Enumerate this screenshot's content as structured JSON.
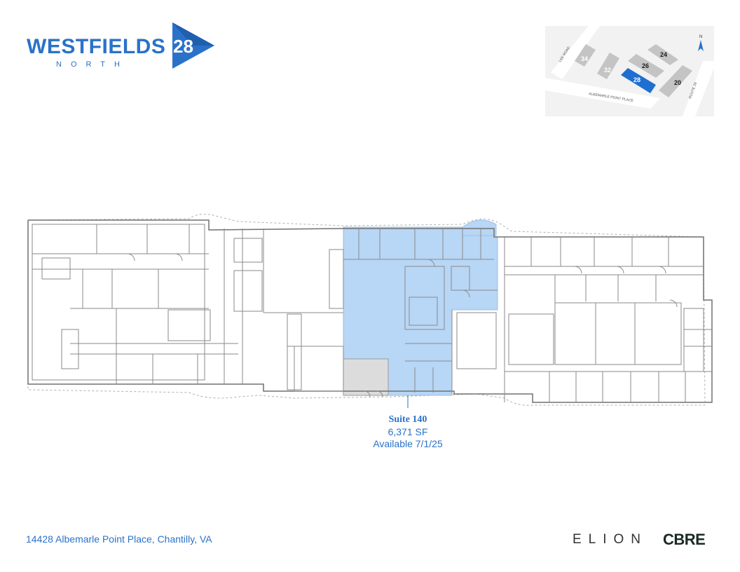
{
  "logo": {
    "word": "WESTFIELDS",
    "number": "28",
    "sub": "NORTH",
    "color": "#2a72c9"
  },
  "site_map": {
    "buildings": [
      "34",
      "32",
      "26",
      "24",
      "28",
      "20"
    ],
    "highlighted_building": "28",
    "roads": {
      "lee": "LEE ROAD",
      "albemarle": "ALBEMARLE POINT PLACE",
      "route": "ROUTE 28"
    },
    "north_label": "N"
  },
  "suite": {
    "name": "Suite 140",
    "area": "6,371 SF",
    "availability": "Available 7/1/25",
    "highlight_color": "#b8d6f5"
  },
  "footer": {
    "address": "14428 Albemarle Point Place, Chantilly, VA",
    "brand1": "ELION",
    "brand2": "CBRE"
  },
  "colors": {
    "accent": "#2a72c9",
    "wall": "#8a8a8a",
    "neutral": "#dcdcdc"
  }
}
